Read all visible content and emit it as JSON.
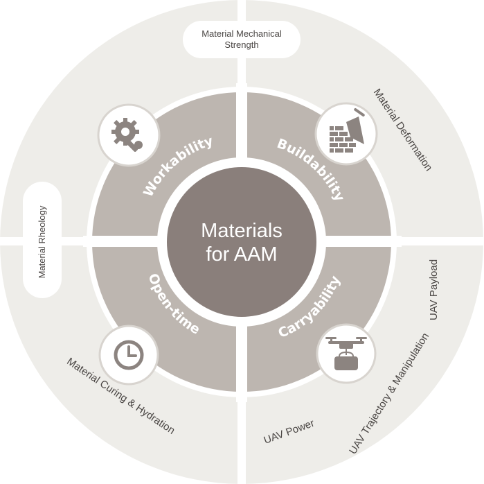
{
  "center": {
    "line1": "Materials",
    "line2": "for AAM"
  },
  "segments": {
    "workability": "Workability",
    "buildability": "Buildability",
    "open_time": "Open-time",
    "carryability": "Carryability"
  },
  "outer": {
    "strength_line1": "Material Mechanical",
    "strength_line2": "Strength",
    "deformation": "Material Deformation",
    "rheology": "Material Rheology",
    "curing": "Material Curing & Hydration",
    "payload": "UAV Payload",
    "trajectory": "UAV Trajectory & Manipulation",
    "power": "UAV Power"
  },
  "icons": {
    "workability": "gear-wrench-icon",
    "buildability": "brick-wall-trowel-icon",
    "open_time": "clock-icon",
    "carryability": "drone-icon"
  },
  "colors": {
    "outer_ring": "#eeede9",
    "segment": "#bdb6b0",
    "center": "#8a7f7b",
    "icon": "#8c8480"
  }
}
